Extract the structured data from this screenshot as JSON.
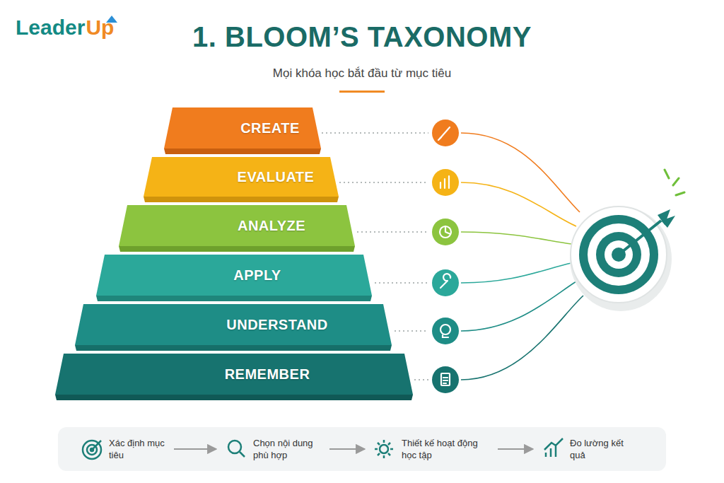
{
  "diagram": {
    "title": "1. BLOOM’S TAXONOMY",
    "nodes": [
      {
        "text": [
          "CREATE"
        ]
      },
      {
        "text": [
          "EVALUATE"
        ]
      },
      {
        "text": [
          "ANALYZE"
        ]
      },
      {
        "text": [
          "APPLY"
        ]
      },
      {
        "text": [
          "UNDERSTAND"
        ]
      },
      {
        "text": [
          "REMEMBER"
        ]
      },
      {
        "text": [
          "Xác định mục tiêu"
        ]
      },
      {
        "text": [
          "Chọn nội dung phù hợp"
        ]
      },
      {
        "text": [
          "Thiết kế hoạt động học tập"
        ]
      },
      {
        "text": [
          "Đo lường kết quả"
        ]
      }
    ],
    "edges": [
      {
        "from": 6,
        "to": 7,
        "arrow": "to"
      },
      {
        "from": 7,
        "to": 8,
        "arrow": "to"
      },
      {
        "from": 8,
        "to": 9,
        "arrow": "to"
      }
    ],
    "labels": [
      "Leader",
      "Up",
      "Mọi khóa học bắt đầu từ mục tiêu"
    ]
  }
}
